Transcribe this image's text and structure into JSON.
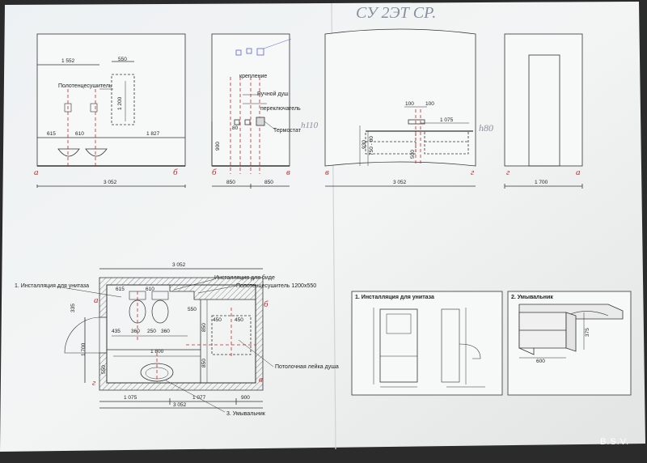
{
  "handwriting": {
    "title": "СУ 2ЭТ СР.",
    "h110": "h110",
    "h80": "h80"
  },
  "elevation_ab": {
    "dims": {
      "d1552": "1 552",
      "d550": "550",
      "d1200": "1 200",
      "d615": "615",
      "d610": "610",
      "d1827": "1 827",
      "d3052": "3 052"
    },
    "towel_label": "Полотенцесушитель",
    "corner_left": "а",
    "corner_right": "б"
  },
  "elevation_bv": {
    "labels": {
      "mount": "крепление",
      "hand_shower": "Ручной душ",
      "switch": "переключатель",
      "thermostat": "Термостат"
    },
    "dims": {
      "d900": "900",
      "d80": "80",
      "d850a": "850",
      "d850b": "850"
    },
    "corner_left": "б",
    "corner_right": "в"
  },
  "elevation_vg": {
    "dims": {
      "d100a": "100",
      "d100b": "100",
      "d1075": "1 075",
      "d930": "930",
      "d750": "750 - 80",
      "d500": "500",
      "d3052": "3 052"
    },
    "corner_left": "в",
    "corner_right": "г"
  },
  "elevation_ga": {
    "dims": {
      "d1700": "1 700"
    },
    "corner_left": "г",
    "corner_right": "а"
  },
  "plan": {
    "dims": {
      "top3052": "3 052",
      "d615": "615",
      "d610": "610",
      "d550": "550",
      "d335": "335",
      "d435": "435",
      "d360a": "360",
      "d250": "250",
      "d360b": "360",
      "d1700": "1 700",
      "d450a": "450",
      "d450b": "450",
      "d850a": "850",
      "d850b": "850",
      "d1800": "1 800",
      "d550b": "550",
      "b1075": "1 075",
      "b1077": "1 077",
      "b900": "900",
      "b3052": "3 052"
    },
    "labels": {
      "toilet_install": "1. Инсталляция для унитаза",
      "bidet_install": "Инсталляция для биде",
      "towel": "Полотенцесушитель 1200х550",
      "ceiling_shower": "Потолочная лейка душа",
      "washbasin": "3. Умывальник"
    },
    "corners": {
      "a": "а",
      "b": "б",
      "g": "г",
      "v": "в"
    }
  },
  "detail_panels": {
    "install_title": "1. Инсталляция для унитаза",
    "sink_title": "2. Умывальник",
    "sink_w": "600",
    "sink_h": "375"
  },
  "signature": "B.S.V."
}
